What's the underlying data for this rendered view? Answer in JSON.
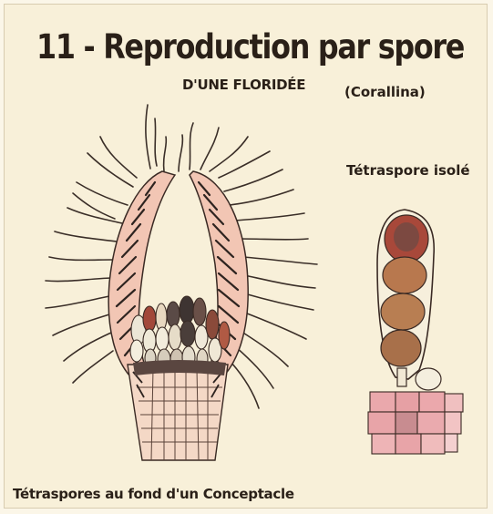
{
  "title": "11 - Reproduction par spore",
  "subtitle": "D'UNE FLORIDÉE",
  "genus": "(Corallina)",
  "label_isolated": "Tétraspore isolé",
  "caption": "Tétraspores au fond d'un Conceptacle",
  "colors": {
    "paper": "#f8f0d9",
    "wall_fill": "#f2c6b4",
    "stripe": "#3a2a24",
    "ink": "#2a2018",
    "spore_dark": "#5a3a30",
    "spore_red": "#a24a32",
    "tissue_pink": "#e8a8ac"
  }
}
